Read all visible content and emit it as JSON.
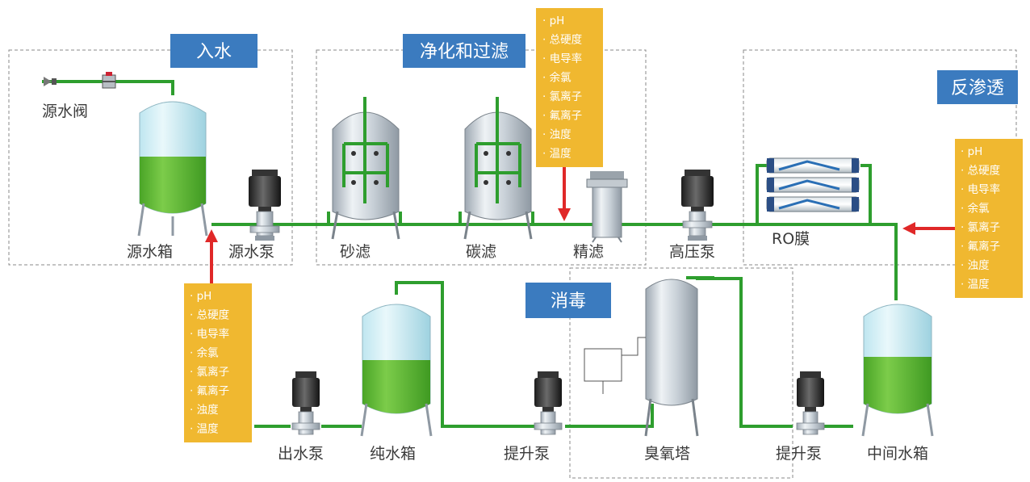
{
  "sections": {
    "inlet": "入水",
    "purify": "净化和过滤",
    "ro": "反渗透",
    "disinfect": "消毒"
  },
  "labels": {
    "source_valve": "源水阀",
    "source_tank": "源水箱",
    "source_pump": "源水泵",
    "sand_filter": "砂滤",
    "carbon_filter": "碳滤",
    "fine_filter": "精滤",
    "high_pressure_pump": "高压泵",
    "ro_membrane": "RO膜",
    "outlet_pump": "出水泵",
    "pure_tank": "纯水箱",
    "lift_pump_1": "提升泵",
    "ozone_tower": "臭氧塔",
    "lift_pump_2": "提升泵",
    "middle_tank": "中间水箱"
  },
  "param_boxes": {
    "top": [
      "pH",
      "总硬度",
      "电导率",
      "余氯",
      "氯离子",
      "氟离子",
      "浊度",
      "温度"
    ],
    "right": [
      "pH",
      "总硬度",
      "电导率",
      "余氯",
      "氯离子",
      "氟离子",
      "浊度",
      "温度"
    ],
    "bottom_left": [
      "pH",
      "总硬度",
      "电导率",
      "余氯",
      "氯离子",
      "氟离子",
      "浊度",
      "温度"
    ]
  },
  "colors": {
    "section_title_bg": "#3b7bbf",
    "param_box_bg": "#f0b830",
    "pipe": "#2e9e2e",
    "water": "#5cb531",
    "arrow": "#e02828"
  }
}
